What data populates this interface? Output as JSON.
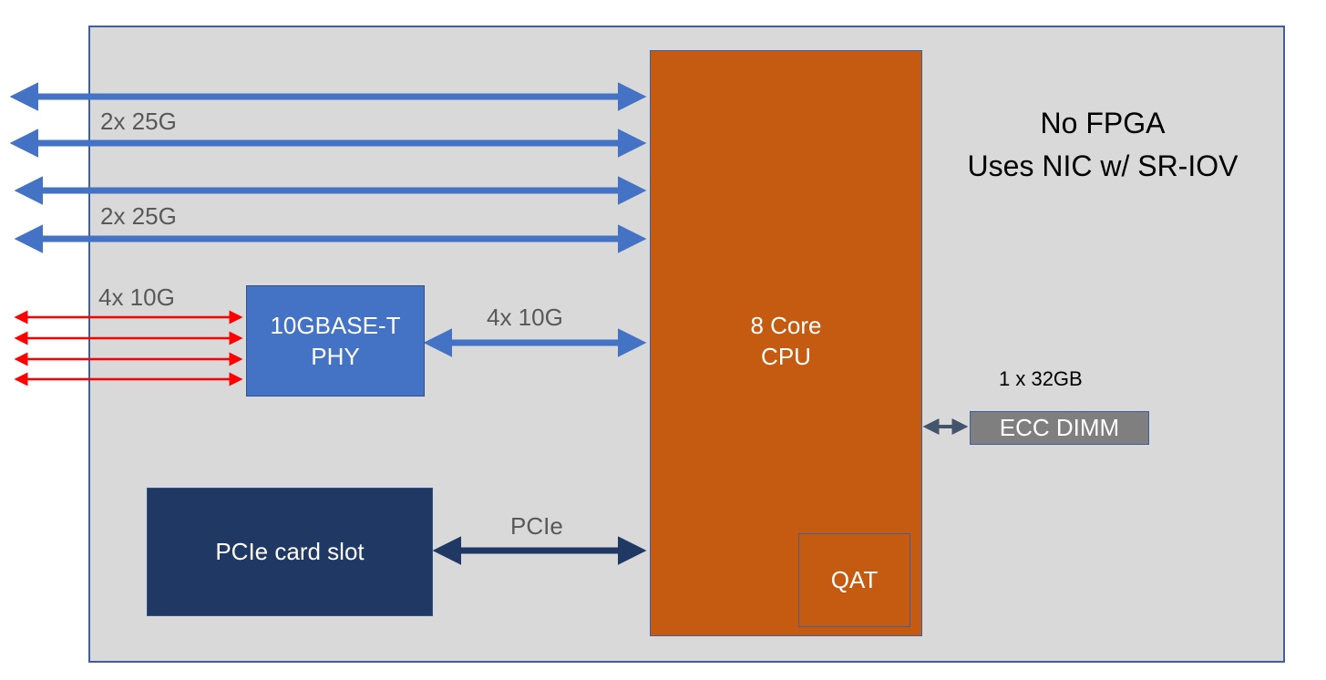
{
  "diagram": {
    "note": {
      "line1": "No FPGA",
      "line2": "Uses NIC w/ SR-IOV"
    },
    "cpu": {
      "line1": "8 Core",
      "line2": "CPU"
    },
    "qat": "QAT",
    "phy": {
      "line1": "10GBASE-T",
      "line2": "PHY"
    },
    "pcie_slot": "PCIe card slot",
    "memory": {
      "capacity": "1 x 32GB",
      "module": "ECC DIMM"
    },
    "link_labels": {
      "nic_group_1": "2x 25G",
      "nic_group_2": "2x 25G",
      "copper_ports": "4x 10G",
      "phy_to_cpu": "4x 10G",
      "pcie": "PCIe"
    },
    "colors": {
      "board": "#d9d9d9",
      "cpu": "#c55a11",
      "phy": "#4472c4",
      "pcie_slot": "#203864",
      "dimm": "#7f7f7f",
      "ethernet_link": "#4472c4",
      "copper_link": "#ff0000",
      "pcie_link": "#203864",
      "memory_link": "#44546a"
    }
  }
}
